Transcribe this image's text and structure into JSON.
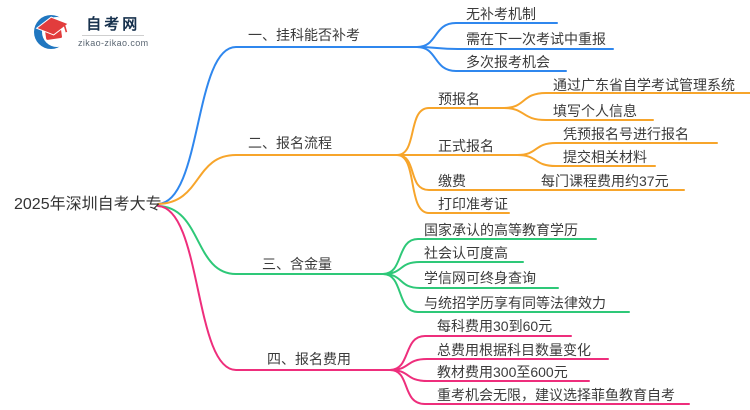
{
  "logo": {
    "title": "自考网",
    "domain": "zikao-zikao.com"
  },
  "colors": {
    "branch1": "#2f87ee",
    "branch2": "#f7a52b",
    "branch3": "#2ec878",
    "branch4": "#ee2e7c",
    "text": "#3b3b3b"
  },
  "root": {
    "label": "2025年深圳自考大专"
  },
  "branches": [
    {
      "label": "一、挂科能否补考",
      "color": "#2f87ee",
      "children": [
        {
          "label": "无补考机制"
        },
        {
          "label": "需在下一次考试中重报"
        },
        {
          "label": "多次报考机会"
        }
      ]
    },
    {
      "label": "二、报名流程",
      "color": "#f7a52b",
      "children": [
        {
          "label": "预报名",
          "children": [
            {
              "label": "通过广东省自学考试管理系统"
            },
            {
              "label": "填写个人信息"
            }
          ]
        },
        {
          "label": "正式报名",
          "children": [
            {
              "label": "凭预报名号进行报名"
            },
            {
              "label": "提交相关材料"
            }
          ]
        },
        {
          "label": "缴费",
          "children": [
            {
              "label": "每门课程费用约37元"
            }
          ]
        },
        {
          "label": "打印准考证"
        }
      ]
    },
    {
      "label": "三、含金量",
      "color": "#2ec878",
      "children": [
        {
          "label": "国家承认的高等教育学历"
        },
        {
          "label": "社会认可度高"
        },
        {
          "label": "学信网可终身查询"
        },
        {
          "label": "与统招学历享有同等法律效力"
        }
      ]
    },
    {
      "label": "四、报名费用",
      "color": "#ee2e7c",
      "children": [
        {
          "label": "每科费用30到60元"
        },
        {
          "label": "总费用根据科目数量变化"
        },
        {
          "label": "教材费用300至600元"
        },
        {
          "label": "重考机会无限，建议选择菲鱼教育自考"
        }
      ]
    }
  ]
}
